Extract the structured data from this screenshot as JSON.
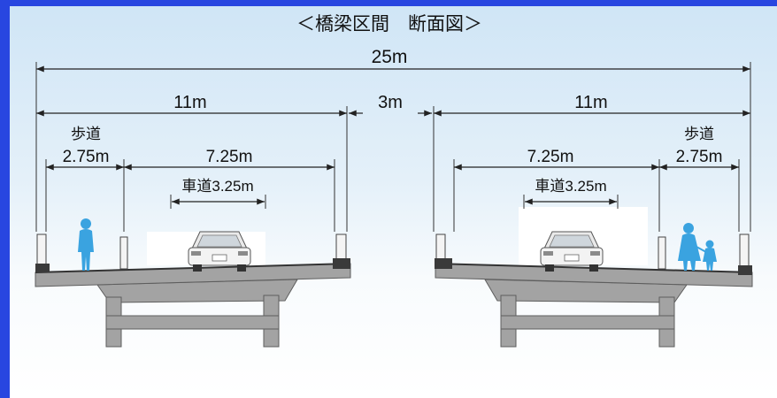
{
  "title": "＜橋梁区間　断面図＞",
  "dimensions": {
    "total": "25m",
    "left_carriageway": "11m",
    "median": "3m",
    "right_carriageway": "11m",
    "left_sidewalk_label": "歩道",
    "left_sidewalk_width": "2.75m",
    "left_roadway_width": "7.25m",
    "left_lane": "車道3.25m",
    "right_roadway_width": "7.25m",
    "right_lane": "車道3.25m",
    "right_sidewalk_label": "歩道",
    "right_sidewalk_width": "2.75m"
  },
  "colors": {
    "frame": "#2846e0",
    "sky_top": "#cfe5f6",
    "concrete": "#a3a3a3",
    "pedestrian": "#3aa3e0"
  },
  "icons": [
    "car-rear-icon",
    "pedestrian-icon",
    "woman-with-child-icon"
  ]
}
